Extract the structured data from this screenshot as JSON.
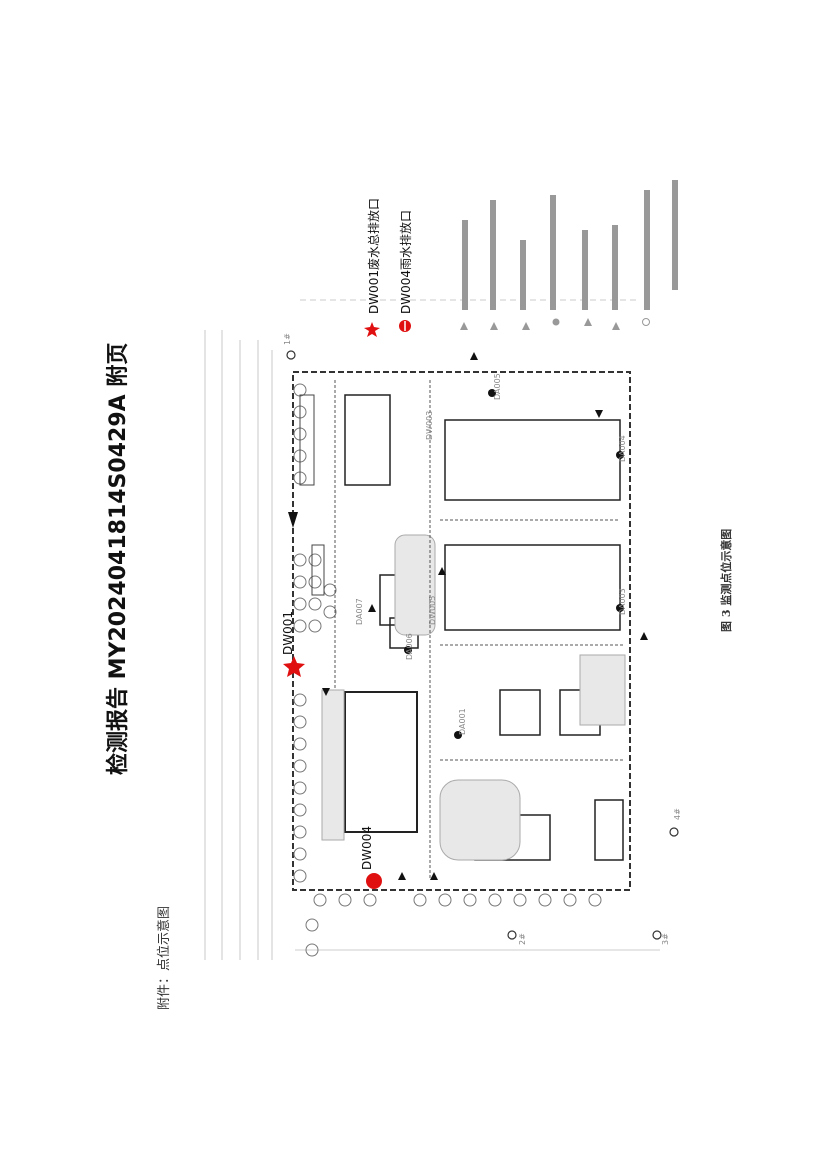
{
  "header": {
    "title": "检测报告 MY2024041814S0429A 附页",
    "attachment_label": "附件：点位示意图"
  },
  "legend": {
    "dw001_text": "DW001废水总排放口",
    "dw004_text": "DW004雨水排放口"
  },
  "markers": {
    "dw001_label": "DW001",
    "dw004_label": "DW004"
  },
  "figure": {
    "caption": "图 3  监测点位示意图"
  },
  "colors": {
    "marker_red": "#e01010",
    "ink": "#222222",
    "faded": "#9a9a9a"
  }
}
